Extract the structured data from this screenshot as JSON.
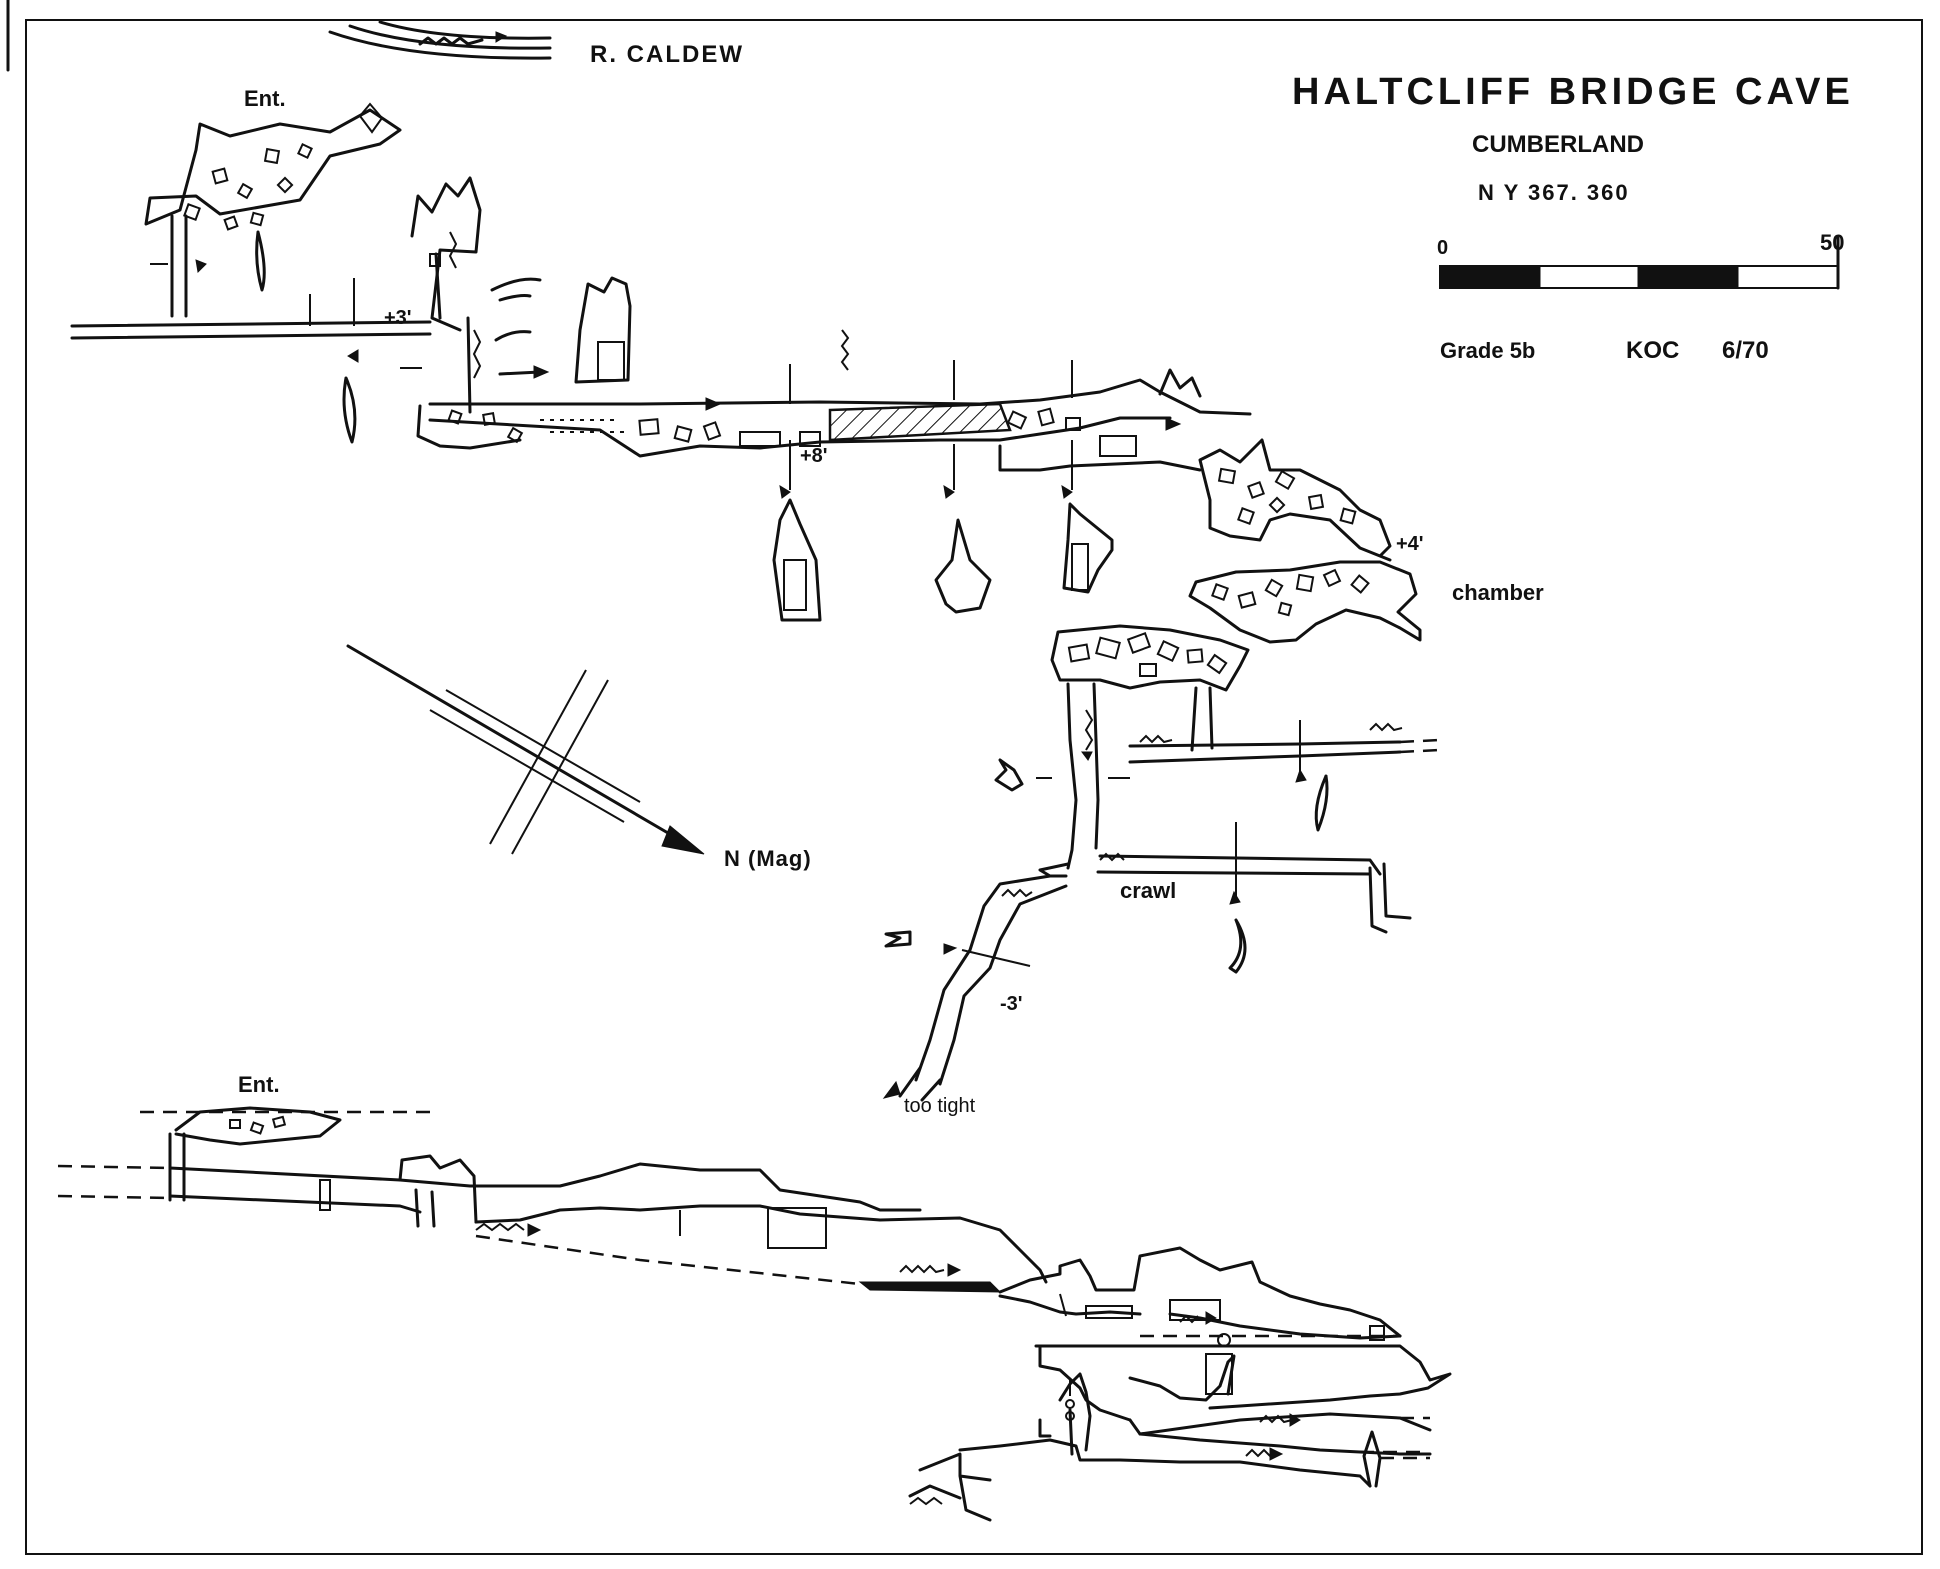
{
  "title": "HALTCLIFF BRIDGE CAVE",
  "county": "CUMBERLAND",
  "grid_ref": "N Y   367. 360",
  "grade": "Grade 5b",
  "surveyor": "KOC",
  "date": "6/70",
  "scale": {
    "start_label": "0",
    "end_label": "50",
    "segments": 4
  },
  "north_label": "N (Mag)",
  "river_label": "R. CALDEW",
  "plan_labels": {
    "entrance": "Ent.",
    "plus3": "+3'",
    "plus8": "+8'",
    "plus4": "+4'",
    "minus3": "-3'",
    "chamber": "chamber",
    "crawl": "crawl",
    "too_tight": "too tight"
  },
  "section_labels": {
    "entrance": "Ent."
  },
  "colors": {
    "ink": "#111111",
    "paper": "#ffffff"
  }
}
